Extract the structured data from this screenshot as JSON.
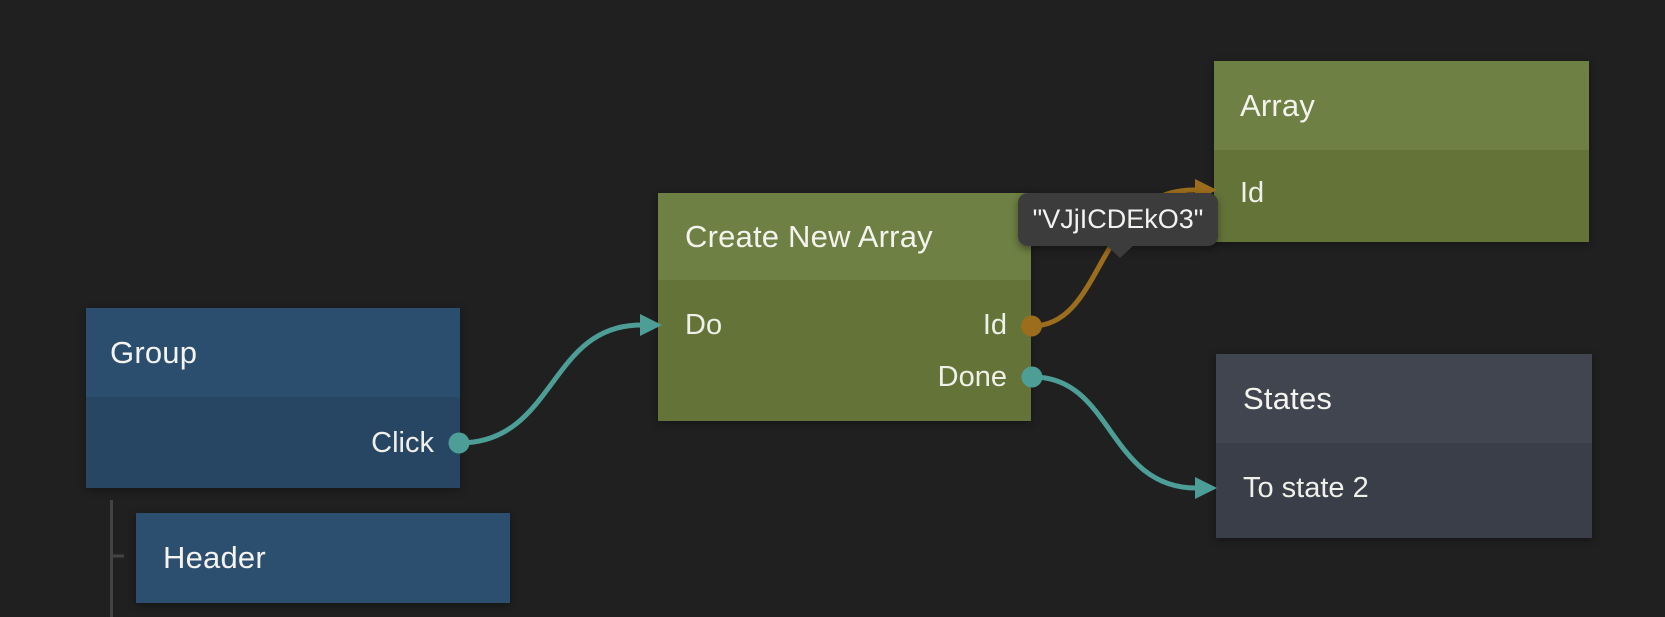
{
  "colors": {
    "background": "#202020",
    "node_blue_header": "#2b4d6e",
    "node_blue_body": "#274663",
    "node_green_header": "#6e8043",
    "node_green_body": "#647438",
    "node_slate_header": "#40454f",
    "node_slate_body": "#393e48",
    "signal_connection": "#4d9e97",
    "data_connection": "#9c6d1d",
    "tooltip_background": "#3c3c3c",
    "hierarchy_line": "#434343",
    "text": "#f4f3ee"
  },
  "nodes": [
    {
      "id": "group",
      "title": "Group",
      "outputs": [
        {
          "label": "Click",
          "port_color": "#4d9e97"
        }
      ]
    },
    {
      "id": "header",
      "title": "Header"
    },
    {
      "id": "create_new_array",
      "title": "Create New Array",
      "inputs": [
        {
          "label": "Do"
        }
      ],
      "outputs": [
        {
          "label": "Id",
          "port_color": "#9c6d1d"
        },
        {
          "label": "Done",
          "port_color": "#4d9e97"
        }
      ]
    },
    {
      "id": "array",
      "title": "Array",
      "inputs": [
        {
          "label": "Id"
        }
      ]
    },
    {
      "id": "states",
      "title": "States",
      "inputs": [
        {
          "label": "To state 2"
        }
      ]
    }
  ],
  "connections": [
    {
      "from": "Group.Click",
      "to": "Create New Array.Do",
      "type": "signal"
    },
    {
      "from": "Create New Array.Id",
      "to": "Array.Id",
      "type": "data",
      "value": "\"VJjICDEkO3\""
    },
    {
      "from": "Create New Array.Done",
      "to": "States.To state 2",
      "type": "signal"
    },
    {
      "from": "Group",
      "to": "Header",
      "type": "child-hierarchy"
    }
  ],
  "tooltip": {
    "text": "\"VJjICDEkO3\""
  }
}
